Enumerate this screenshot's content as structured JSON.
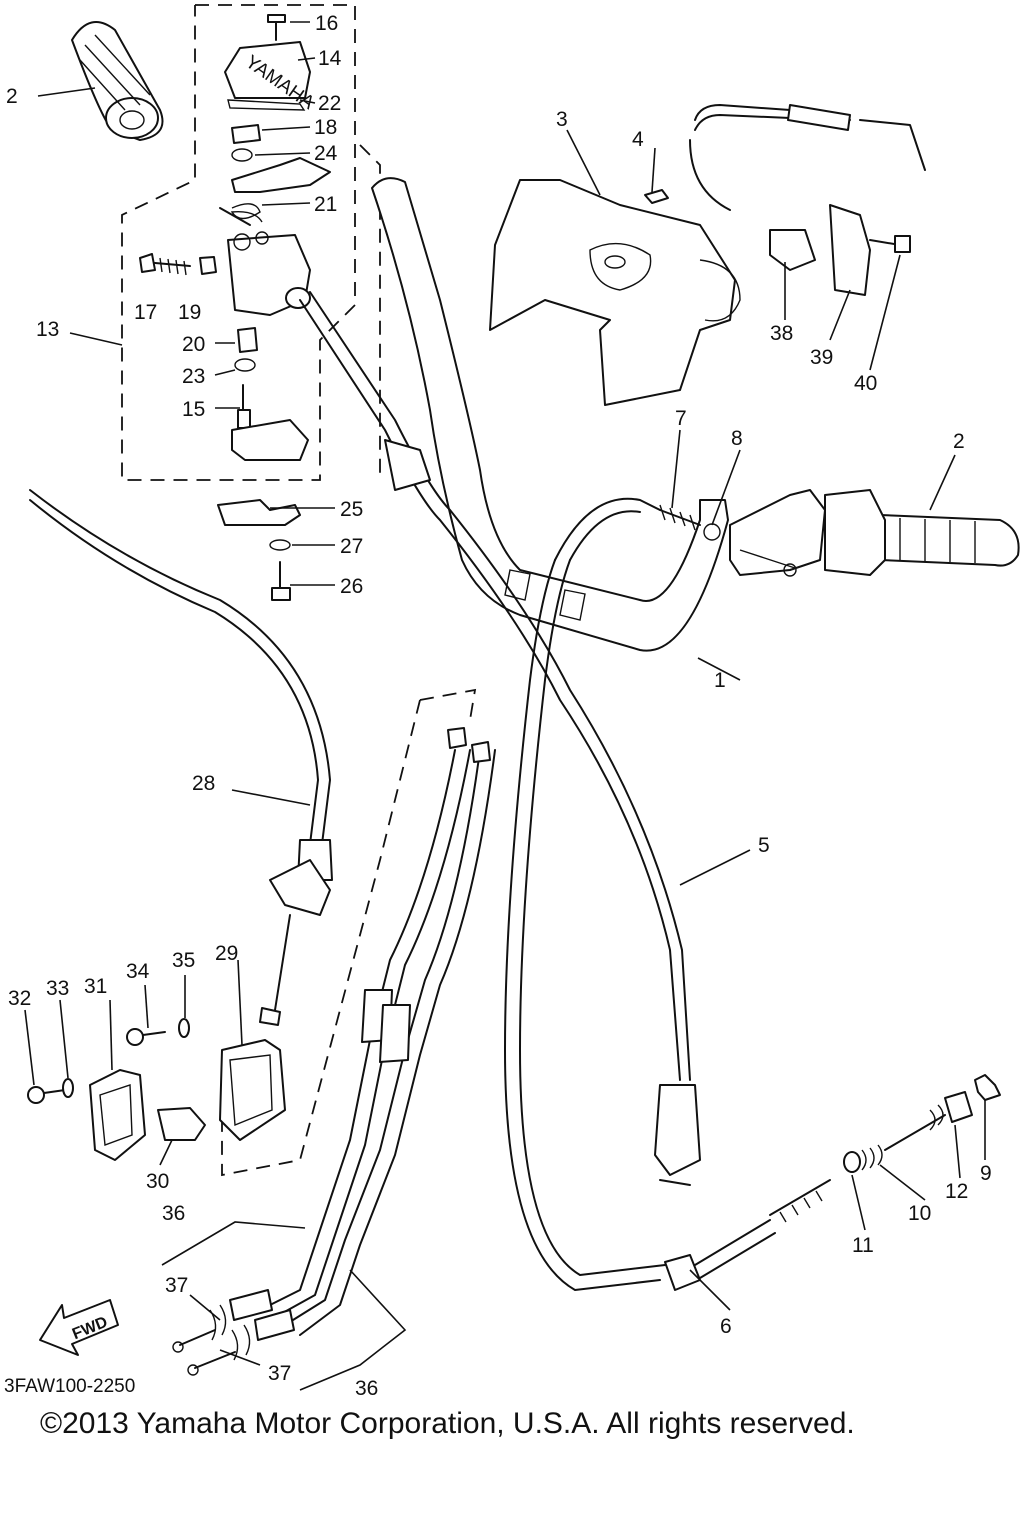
{
  "diagram": {
    "callouts": [
      "1",
      "2",
      "2",
      "3",
      "4",
      "5",
      "6",
      "7",
      "8",
      "9",
      "10",
      "11",
      "12",
      "13",
      "14",
      "15",
      "16",
      "17",
      "18",
      "19",
      "20",
      "21",
      "22",
      "23",
      "24",
      "25",
      "26",
      "27",
      "28",
      "29",
      "30",
      "31",
      "32",
      "33",
      "34",
      "35",
      "36",
      "36",
      "37",
      "37",
      "38",
      "39",
      "40"
    ],
    "fwd_label": "FWD",
    "drawing_code": "3FAW100-2250",
    "copyright": "©2013 Yamaha Motor Corporation, U.S.A. All rights reserved."
  }
}
